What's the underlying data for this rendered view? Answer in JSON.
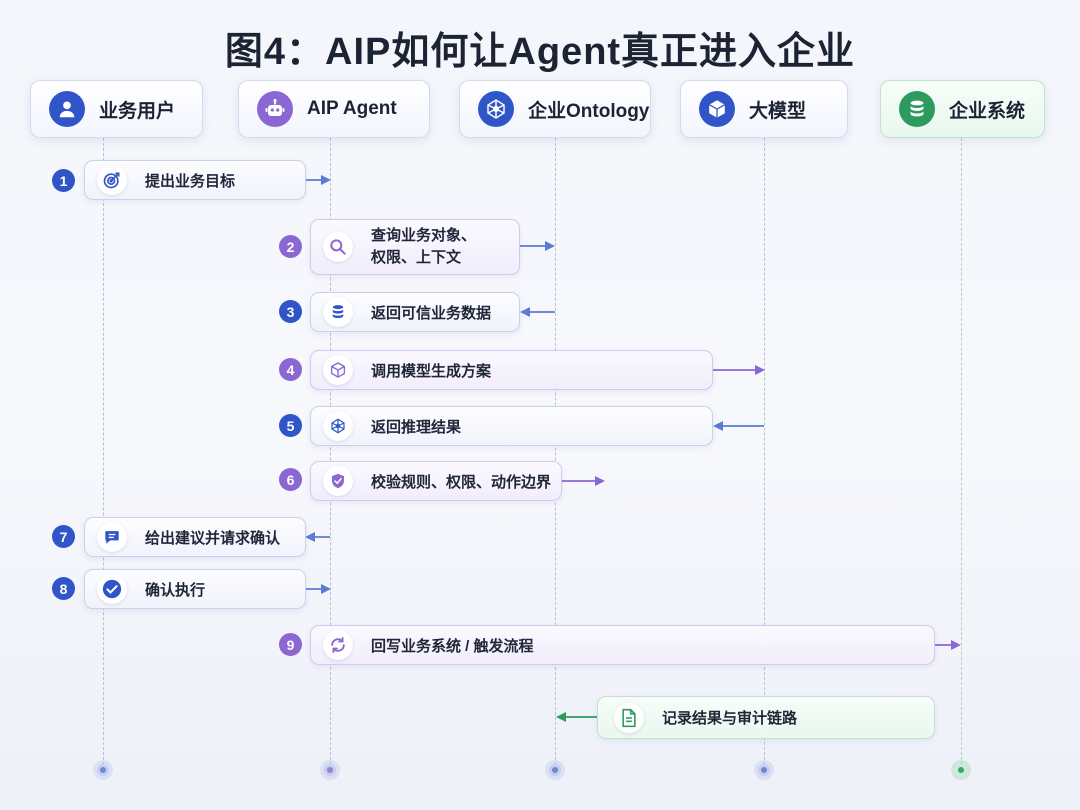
{
  "title": "图4：AIP如何让Agent真正进入企业",
  "actors": [
    {
      "label": "业务用户",
      "icon": "user-icon",
      "color": "#2f55c8"
    },
    {
      "label": "AIP Agent",
      "icon": "robot-icon",
      "color": "#8a67d2"
    },
    {
      "label": "企业Ontology",
      "icon": "network-icon",
      "color": "#2f55c8"
    },
    {
      "label": "大模型",
      "icon": "cube-icon",
      "color": "#2f55c8"
    },
    {
      "label": "企业系统",
      "icon": "database-icon",
      "color": "#2f9a5e"
    }
  ],
  "steps": [
    {
      "num": "1",
      "text": "提出业务目标",
      "icon": "target-icon"
    },
    {
      "num": "2",
      "text_line1": "查询业务对象、",
      "text_line2": "权限、上下文",
      "icon": "search-icon"
    },
    {
      "num": "3",
      "text": "返回可信业务数据",
      "icon": "database-icon"
    },
    {
      "num": "4",
      "text": "调用模型生成方案",
      "icon": "cube-icon"
    },
    {
      "num": "5",
      "text": "返回推理结果",
      "icon": "network-icon"
    },
    {
      "num": "6",
      "text": "校验规则、权限、动作边界",
      "icon": "shield-check-icon"
    },
    {
      "num": "7",
      "text": "给出建议并请求确认",
      "icon": "chat-icon"
    },
    {
      "num": "8",
      "text": "确认执行",
      "icon": "check-circle-icon"
    },
    {
      "num": "9",
      "text": "回写业务系统 / 触发流程",
      "icon": "refresh-icon"
    }
  ],
  "log_step": {
    "text": "记录结果与审计链路",
    "icon": "document-icon"
  },
  "colors": {
    "blue": "#2f55c8",
    "purple": "#8a67d2",
    "green": "#2f9a5e",
    "arrow_blue": "#5b7bd5",
    "arrow_purple": "#8a67d2",
    "arrow_green": "#2f9a5e"
  }
}
